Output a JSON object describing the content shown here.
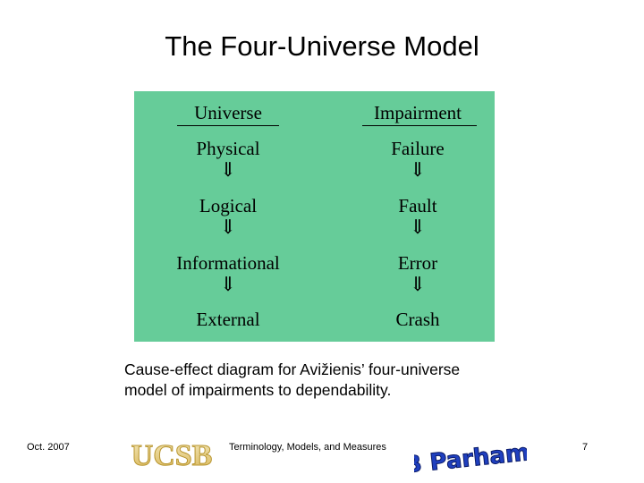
{
  "slide": {
    "title": "The Four-Universe Model",
    "caption_line1": "Cause-effect diagram for Avižienis’ four-universe",
    "caption_line2": "model of impairments to dependability."
  },
  "diagram": {
    "background": "#66cc99",
    "left_header": "Universe",
    "right_header": "Impairment",
    "left_items": [
      "Physical",
      "Logical",
      "Informational",
      "External"
    ],
    "right_items": [
      "Failure",
      "Fault",
      "Error",
      "Crash"
    ],
    "arrow_glyph": "⇓"
  },
  "footer": {
    "date": "Oct. 2007",
    "center": "Terminology, Models, and Measures",
    "page": "7",
    "left_logo_text": "UCSB",
    "right_logo_text": "B Parhami"
  }
}
